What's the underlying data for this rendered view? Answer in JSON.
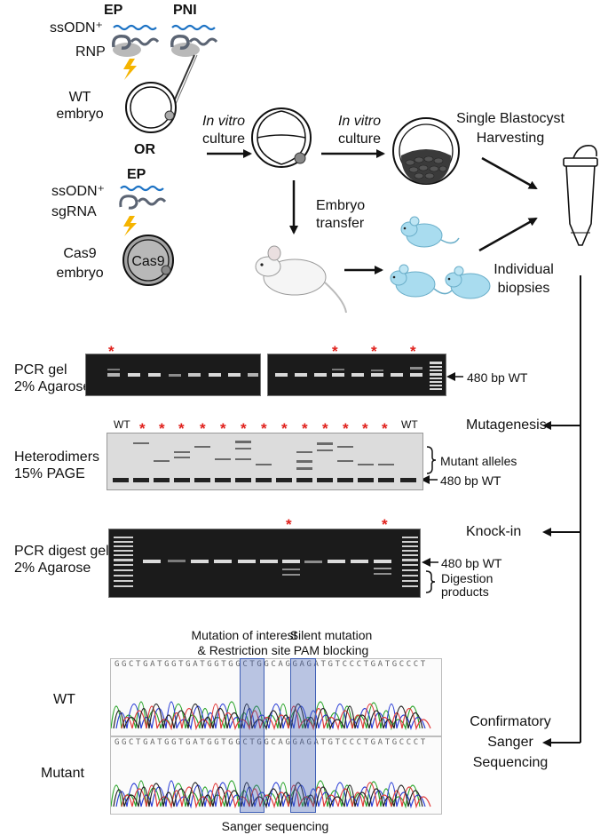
{
  "colors": {
    "wave_blue": "#1c72c4",
    "rnp_grey": "#5b6473",
    "lightning": "#f5b400",
    "mouse_blue": "#a9dcef",
    "highlight_blue": "#3f5fb5",
    "asterisk_red": "#e0201b",
    "trace_green": "#2aa52a",
    "trace_blue": "#2c3fd6",
    "trace_red": "#e23a3a",
    "trace_black": "#222222"
  },
  "top": {
    "ep": "EP",
    "pni": "PNI",
    "ssodn_1": "ssODN⁺",
    "rnp": "RNP",
    "wt_embryo_1": "WT",
    "wt_embryo_2": "embryo",
    "or": "OR",
    "ep_2": "EP",
    "ssodn_2": "ssODN⁺",
    "sgrna": "sgRNA",
    "cas9_embryo_1": "Cas9",
    "cas9_embryo_2": "embryo",
    "cas9_label": "Cas9",
    "in_vitro_1": "In vitro",
    "culture_1": "culture",
    "in_vitro_2": "In vitro",
    "culture_2": "culture",
    "single_blasto_1": "Single Blastocyst",
    "single_blasto_2": "Harvesting",
    "embryo_transfer_1": "Embryo",
    "embryo_transfer_2": "transfer",
    "individual_1": "Individual",
    "individual_2": "biopsies"
  },
  "gels": {
    "pcr_gel_1": "PCR gel",
    "pcr_gel_2": "2% Agarose",
    "wt_band_1": "480 bp WT",
    "heterodimers_1": "Heterodimers",
    "heterodimers_2": "15% PAGE",
    "wt_lane_left": "WT",
    "wt_lane_right": "WT",
    "mutant_alleles": "Mutant alleles",
    "wt_band_2": "480 bp WT",
    "mutagenesis": "Mutagenesis",
    "digest_gel_1": "PCR digest gel",
    "digest_gel_2": "2% Agarose",
    "wt_band_3": "480 bp WT",
    "digestion_1": "Digestion",
    "digestion_2": "products",
    "knock_in": "Knock-in"
  },
  "sanger": {
    "mutation_1": "Mutation of interest",
    "mutation_2": "& Restriction site",
    "silent_1": "Silent mutation",
    "silent_2": "PAM blocking",
    "wt": "WT",
    "mutant": "Mutant",
    "caption": "Sanger sequencing",
    "confirm_1": "Confirmatory",
    "confirm_2": "Sanger",
    "confirm_3": "Sequencing",
    "seq_wt": "GGCTGATGGTGATGGTGGCTGGCAGGAGATGTCCCTGATGCCCT",
    "seq_mut": "GGCTGATGGTGATGGTGGCTGGCAGGAGATGTCCCTGATGCCCT"
  }
}
